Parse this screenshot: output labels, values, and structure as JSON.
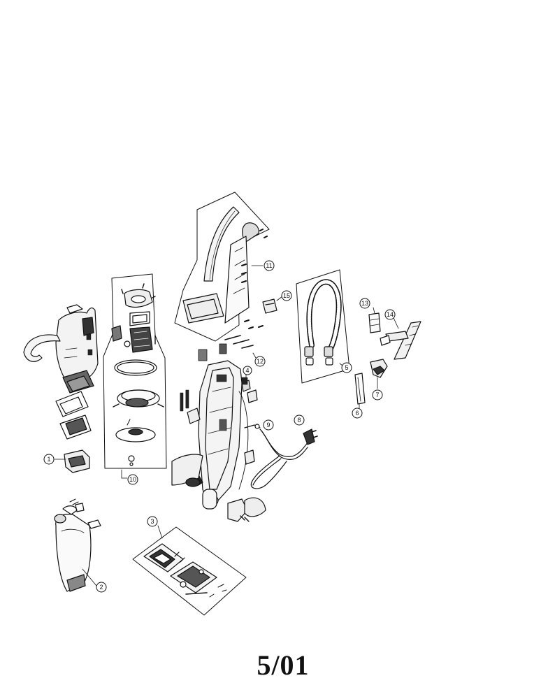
{
  "callouts": [
    {
      "id": "1",
      "label": "1"
    },
    {
      "id": "2",
      "label": "2"
    },
    {
      "id": "3",
      "label": "3"
    },
    {
      "id": "4",
      "label": "4"
    },
    {
      "id": "5",
      "label": "5"
    },
    {
      "id": "6",
      "label": "6"
    },
    {
      "id": "7",
      "label": "7"
    },
    {
      "id": "8",
      "label": "8"
    },
    {
      "id": "9",
      "label": "9"
    },
    {
      "id": "10",
      "label": "10"
    },
    {
      "id": "11",
      "label": "11"
    },
    {
      "id": "12",
      "label": "12"
    },
    {
      "id": "13",
      "label": "13"
    },
    {
      "id": "14",
      "label": "14"
    },
    {
      "id": "15",
      "label": "15"
    }
  ],
  "footer": {
    "date_code": "5/01"
  }
}
